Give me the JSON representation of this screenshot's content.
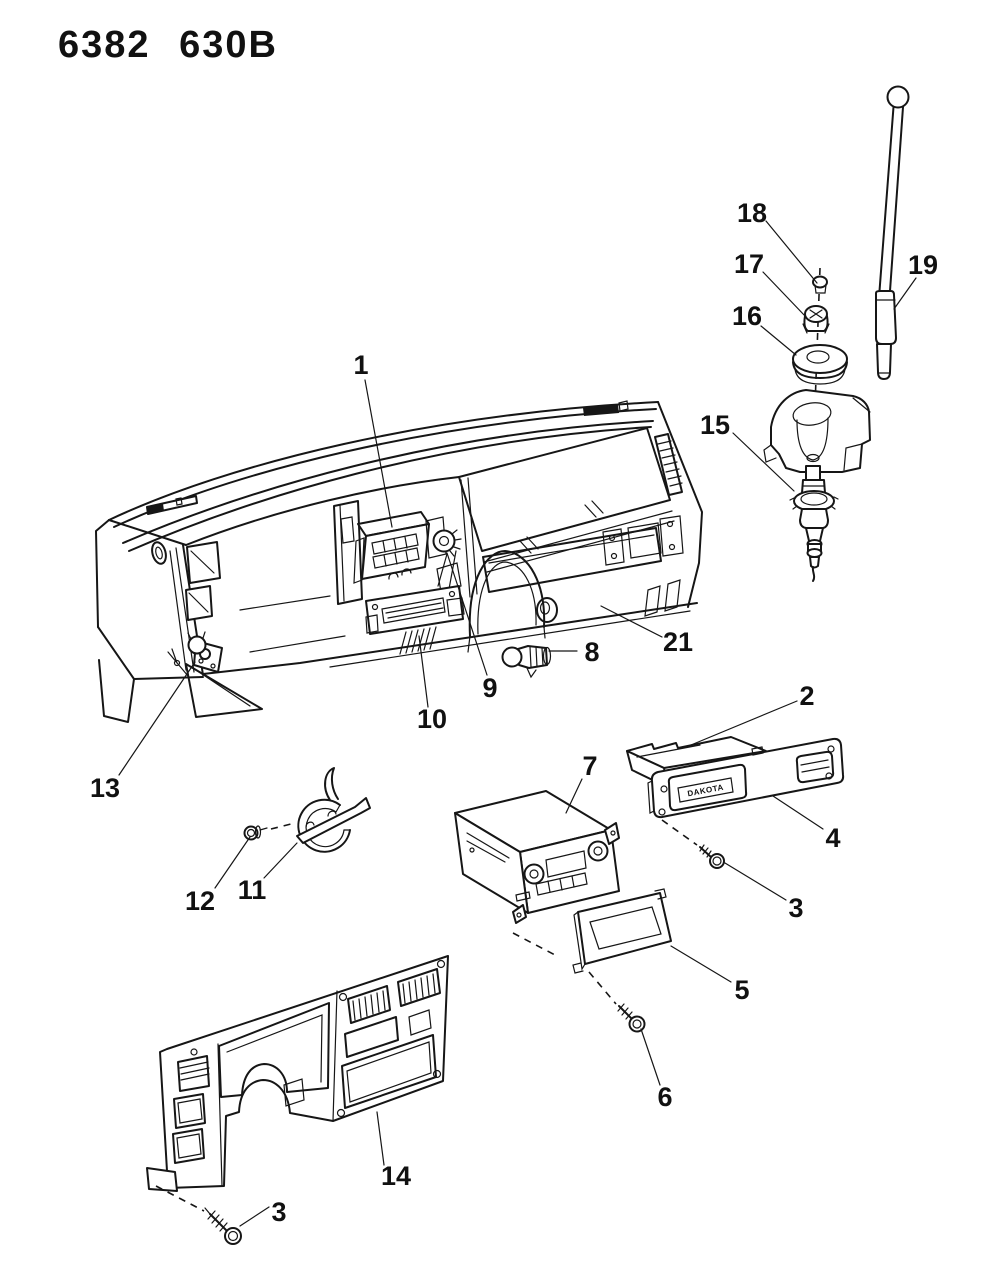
{
  "header": {
    "code": "6382 630B"
  },
  "diagram": {
    "type": "exploded-parts-diagram",
    "nameplate_text": "DAKOTA",
    "callouts": [
      {
        "label": "1"
      },
      {
        "label": "18"
      },
      {
        "label": "17"
      },
      {
        "label": "16"
      },
      {
        "label": "19"
      },
      {
        "label": "15"
      },
      {
        "label": "21"
      },
      {
        "label": "8"
      },
      {
        "label": "9"
      },
      {
        "label": "10"
      },
      {
        "label": "13"
      },
      {
        "label": "2"
      },
      {
        "label": "4"
      },
      {
        "label": "3"
      },
      {
        "label": "7"
      },
      {
        "label": "5"
      },
      {
        "label": "6"
      },
      {
        "label": "12"
      },
      {
        "label": "11"
      },
      {
        "label": "14"
      },
      {
        "label": "3"
      }
    ]
  }
}
